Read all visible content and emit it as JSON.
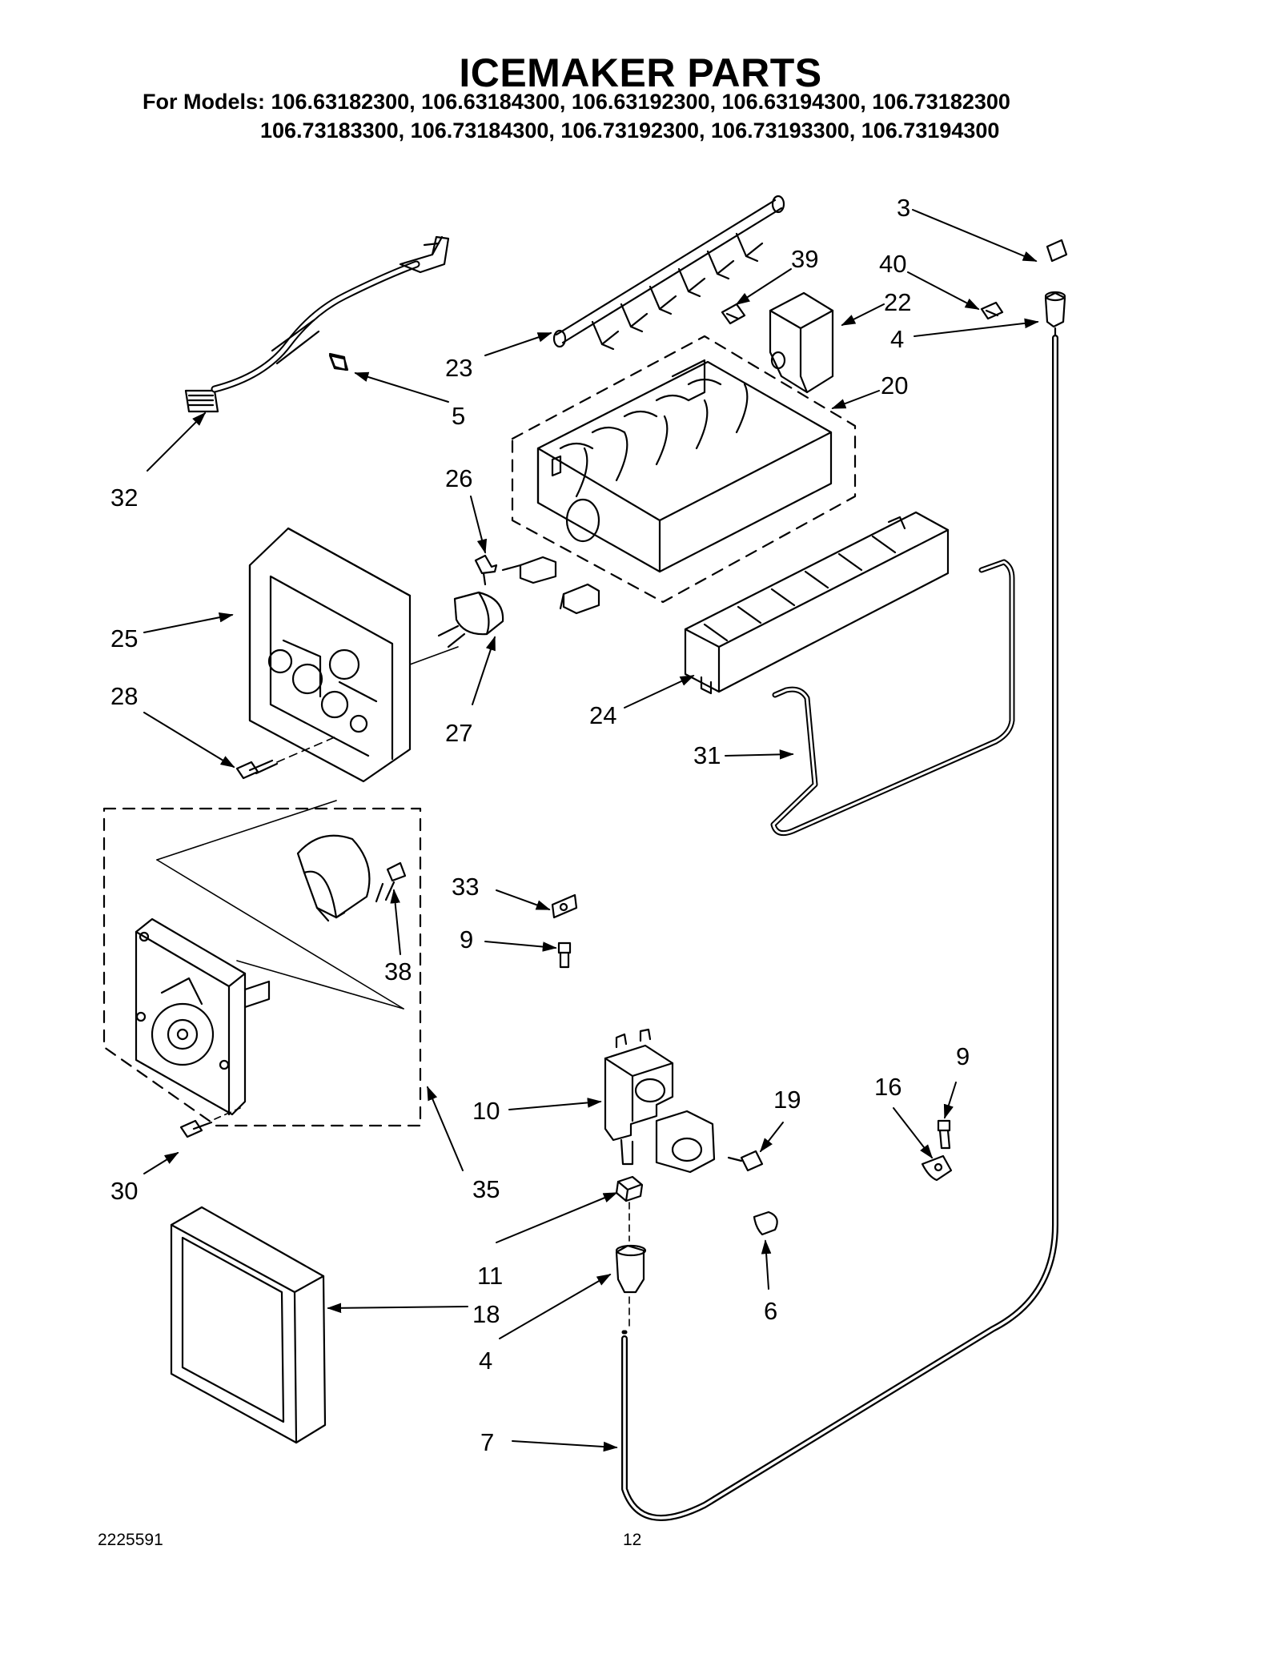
{
  "title": "ICEMAKER PARTS",
  "models": {
    "line1": "For Models: 106.63182300, 106.63184300, 106.63192300, 106.63194300, 106.73182300",
    "line2": "106.73183300, 106.73184300, 106.73192300, 106.73193300, 106.73194300"
  },
  "callouts": {
    "c3": "3",
    "c40": "40",
    "c39": "39",
    "c22": "22",
    "c4a": "4",
    "c23": "23",
    "c20": "20",
    "c5": "5",
    "c32": "32",
    "c26": "26",
    "c25": "25",
    "c28": "28",
    "c27": "27",
    "c24": "24",
    "c31": "31",
    "c33": "33",
    "c9a": "9",
    "c38": "38",
    "c9b": "9",
    "c16": "16",
    "c10": "10",
    "c19": "19",
    "c30": "30",
    "c35": "35",
    "c11": "11",
    "c6": "6",
    "c18": "18",
    "c4b": "4",
    "c7": "7"
  },
  "footer": {
    "doc_number": "2225591",
    "page_number": "12"
  }
}
